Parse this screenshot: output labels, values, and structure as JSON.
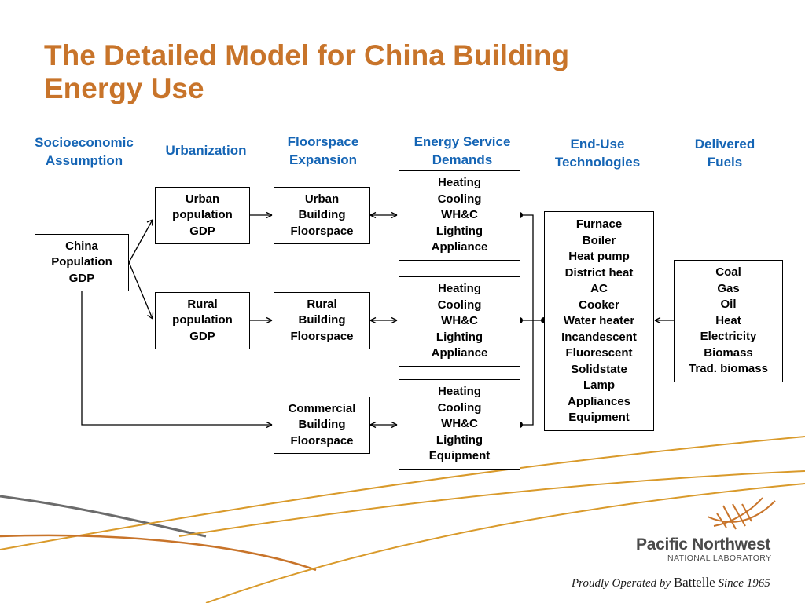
{
  "title": [
    "The Detailed Model for China Building",
    "Energy Use"
  ],
  "colors": {
    "title": "#c8742a",
    "headers": "#1565b5",
    "deco_gold": "#d99a2b",
    "deco_orange": "#c8742a",
    "deco_gray": "#6b6b6b"
  },
  "columns": {
    "socioeconomic": [
      "Socioeconomic",
      "Assumption"
    ],
    "urbanization": [
      "Urbanization"
    ],
    "floorspace": [
      "Floorspace",
      "Expansion"
    ],
    "energy_service": [
      "Energy Service",
      "Demands"
    ],
    "end_use": [
      "End-Use",
      "Technologies"
    ],
    "delivered": [
      "Delivered",
      "Fuels"
    ]
  },
  "boxes": {
    "china": [
      "China",
      "Population",
      "GDP"
    ],
    "urban_pop": [
      "Urban",
      "population",
      "GDP"
    ],
    "rural_pop": [
      "Rural",
      "population",
      "GDP"
    ],
    "urban_floor": [
      "Urban",
      "Building",
      "Floorspace"
    ],
    "rural_floor": [
      "Rural",
      "Building",
      "Floorspace"
    ],
    "commercial_floor": [
      "Commercial",
      "Building",
      "Floorspace"
    ],
    "urban_demand": [
      "Heating",
      "Cooling",
      "WH&C",
      "Lighting",
      "Appliance"
    ],
    "rural_demand": [
      "Heating",
      "Cooling",
      "WH&C",
      "Lighting",
      "Appliance"
    ],
    "commercial_demand": [
      "Heating",
      "Cooling",
      "WH&C",
      "Lighting",
      "Equipment"
    ],
    "technologies": [
      "Furnace",
      "Boiler",
      "Heat pump",
      "District heat",
      "AC",
      "Cooker",
      "Water heater",
      "Incandescent",
      "Fluorescent",
      "Solidstate",
      "Lamp",
      "Appliances",
      "Equipment"
    ],
    "fuels": [
      "Coal",
      "Gas",
      "Oil",
      "Heat",
      "Electricity",
      "Biomass",
      "Trad. biomass"
    ]
  },
  "logo": {
    "name": "Pacific Northwest",
    "subtitle": "NATIONAL LABORATORY",
    "tagline_pre": "Proudly Operated by",
    "tagline_brand": "Battelle",
    "tagline_post": "Since 1965"
  }
}
